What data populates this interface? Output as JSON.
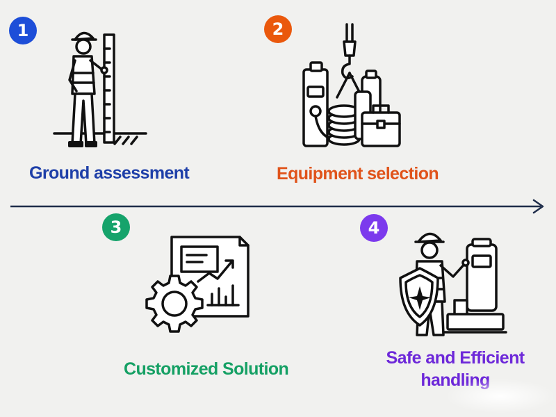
{
  "steps": [
    {
      "number": "1",
      "label": "Ground assessment",
      "badge_color": "#1d4ed8",
      "label_color": "#1e3fa8",
      "icon": "surveyor-with-measuring-staff-icon"
    },
    {
      "number": "2",
      "label": "Equipment selection",
      "badge_color": "#ea580c",
      "label_color": "#e0531a",
      "icon": "crane-hook-and-equipment-icon"
    },
    {
      "number": "3",
      "label": "Customized Solution",
      "badge_color": "#16a36b",
      "label_color": "#15a064",
      "icon": "gear-and-report-chart-icon"
    },
    {
      "number": "4",
      "label": "Safe and Efficient handling",
      "badge_color": "#7c3aed",
      "label_color": "#6d28d9",
      "icon": "worker-with-shield-and-machine-icon"
    }
  ],
  "timeline": {
    "color": "#1f2d4a",
    "direction": "left-to-right"
  }
}
